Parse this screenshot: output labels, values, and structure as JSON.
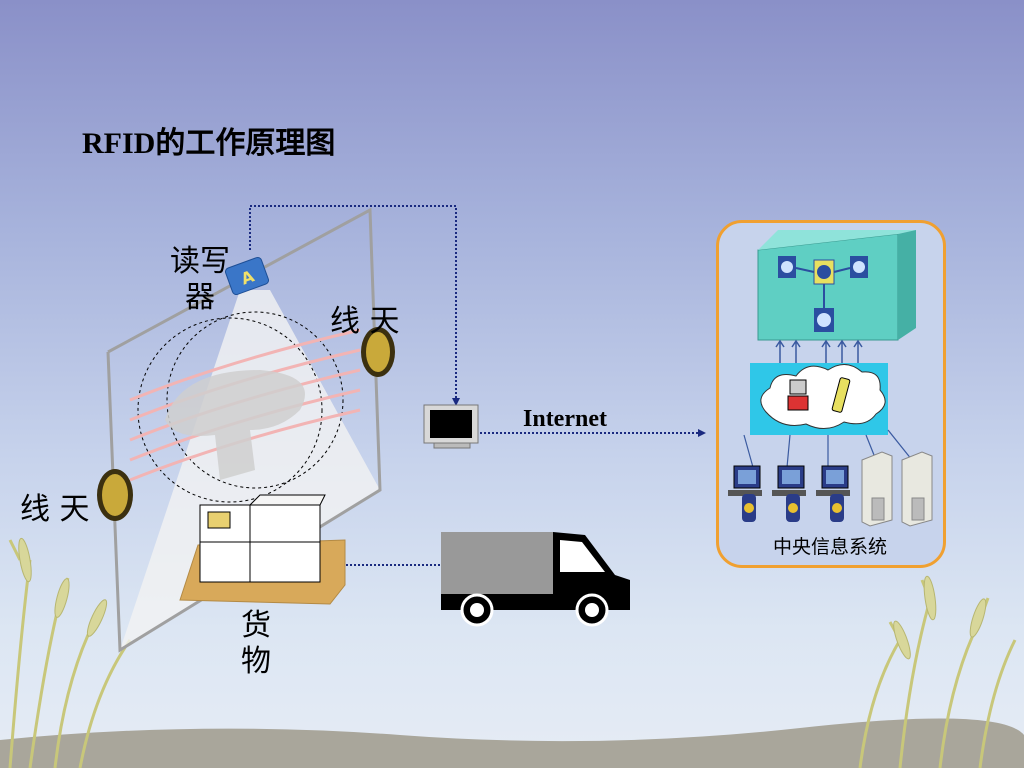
{
  "title": "RFID的工作原理图",
  "labels": {
    "reader": "读写器",
    "antenna_top": "线 天",
    "antenna_left": "线 天",
    "goods": "货物",
    "internet": "Internet",
    "central_system": "中央信息系统"
  },
  "colors": {
    "central_border": "#f0a030",
    "central_box": "#5fcfc3",
    "cloud_panel": "#2fc7e8",
    "box_tray": "#d7a95a",
    "truck_body": "#999999"
  },
  "icons": [
    "reader-icon",
    "antenna-icon",
    "monitor-icon",
    "truck-icon",
    "cargo-boxes-icon",
    "server-icon",
    "workstation-icon",
    "cloud-icon",
    "phone-icon",
    "mobile-phone-icon",
    "grass-icon"
  ]
}
